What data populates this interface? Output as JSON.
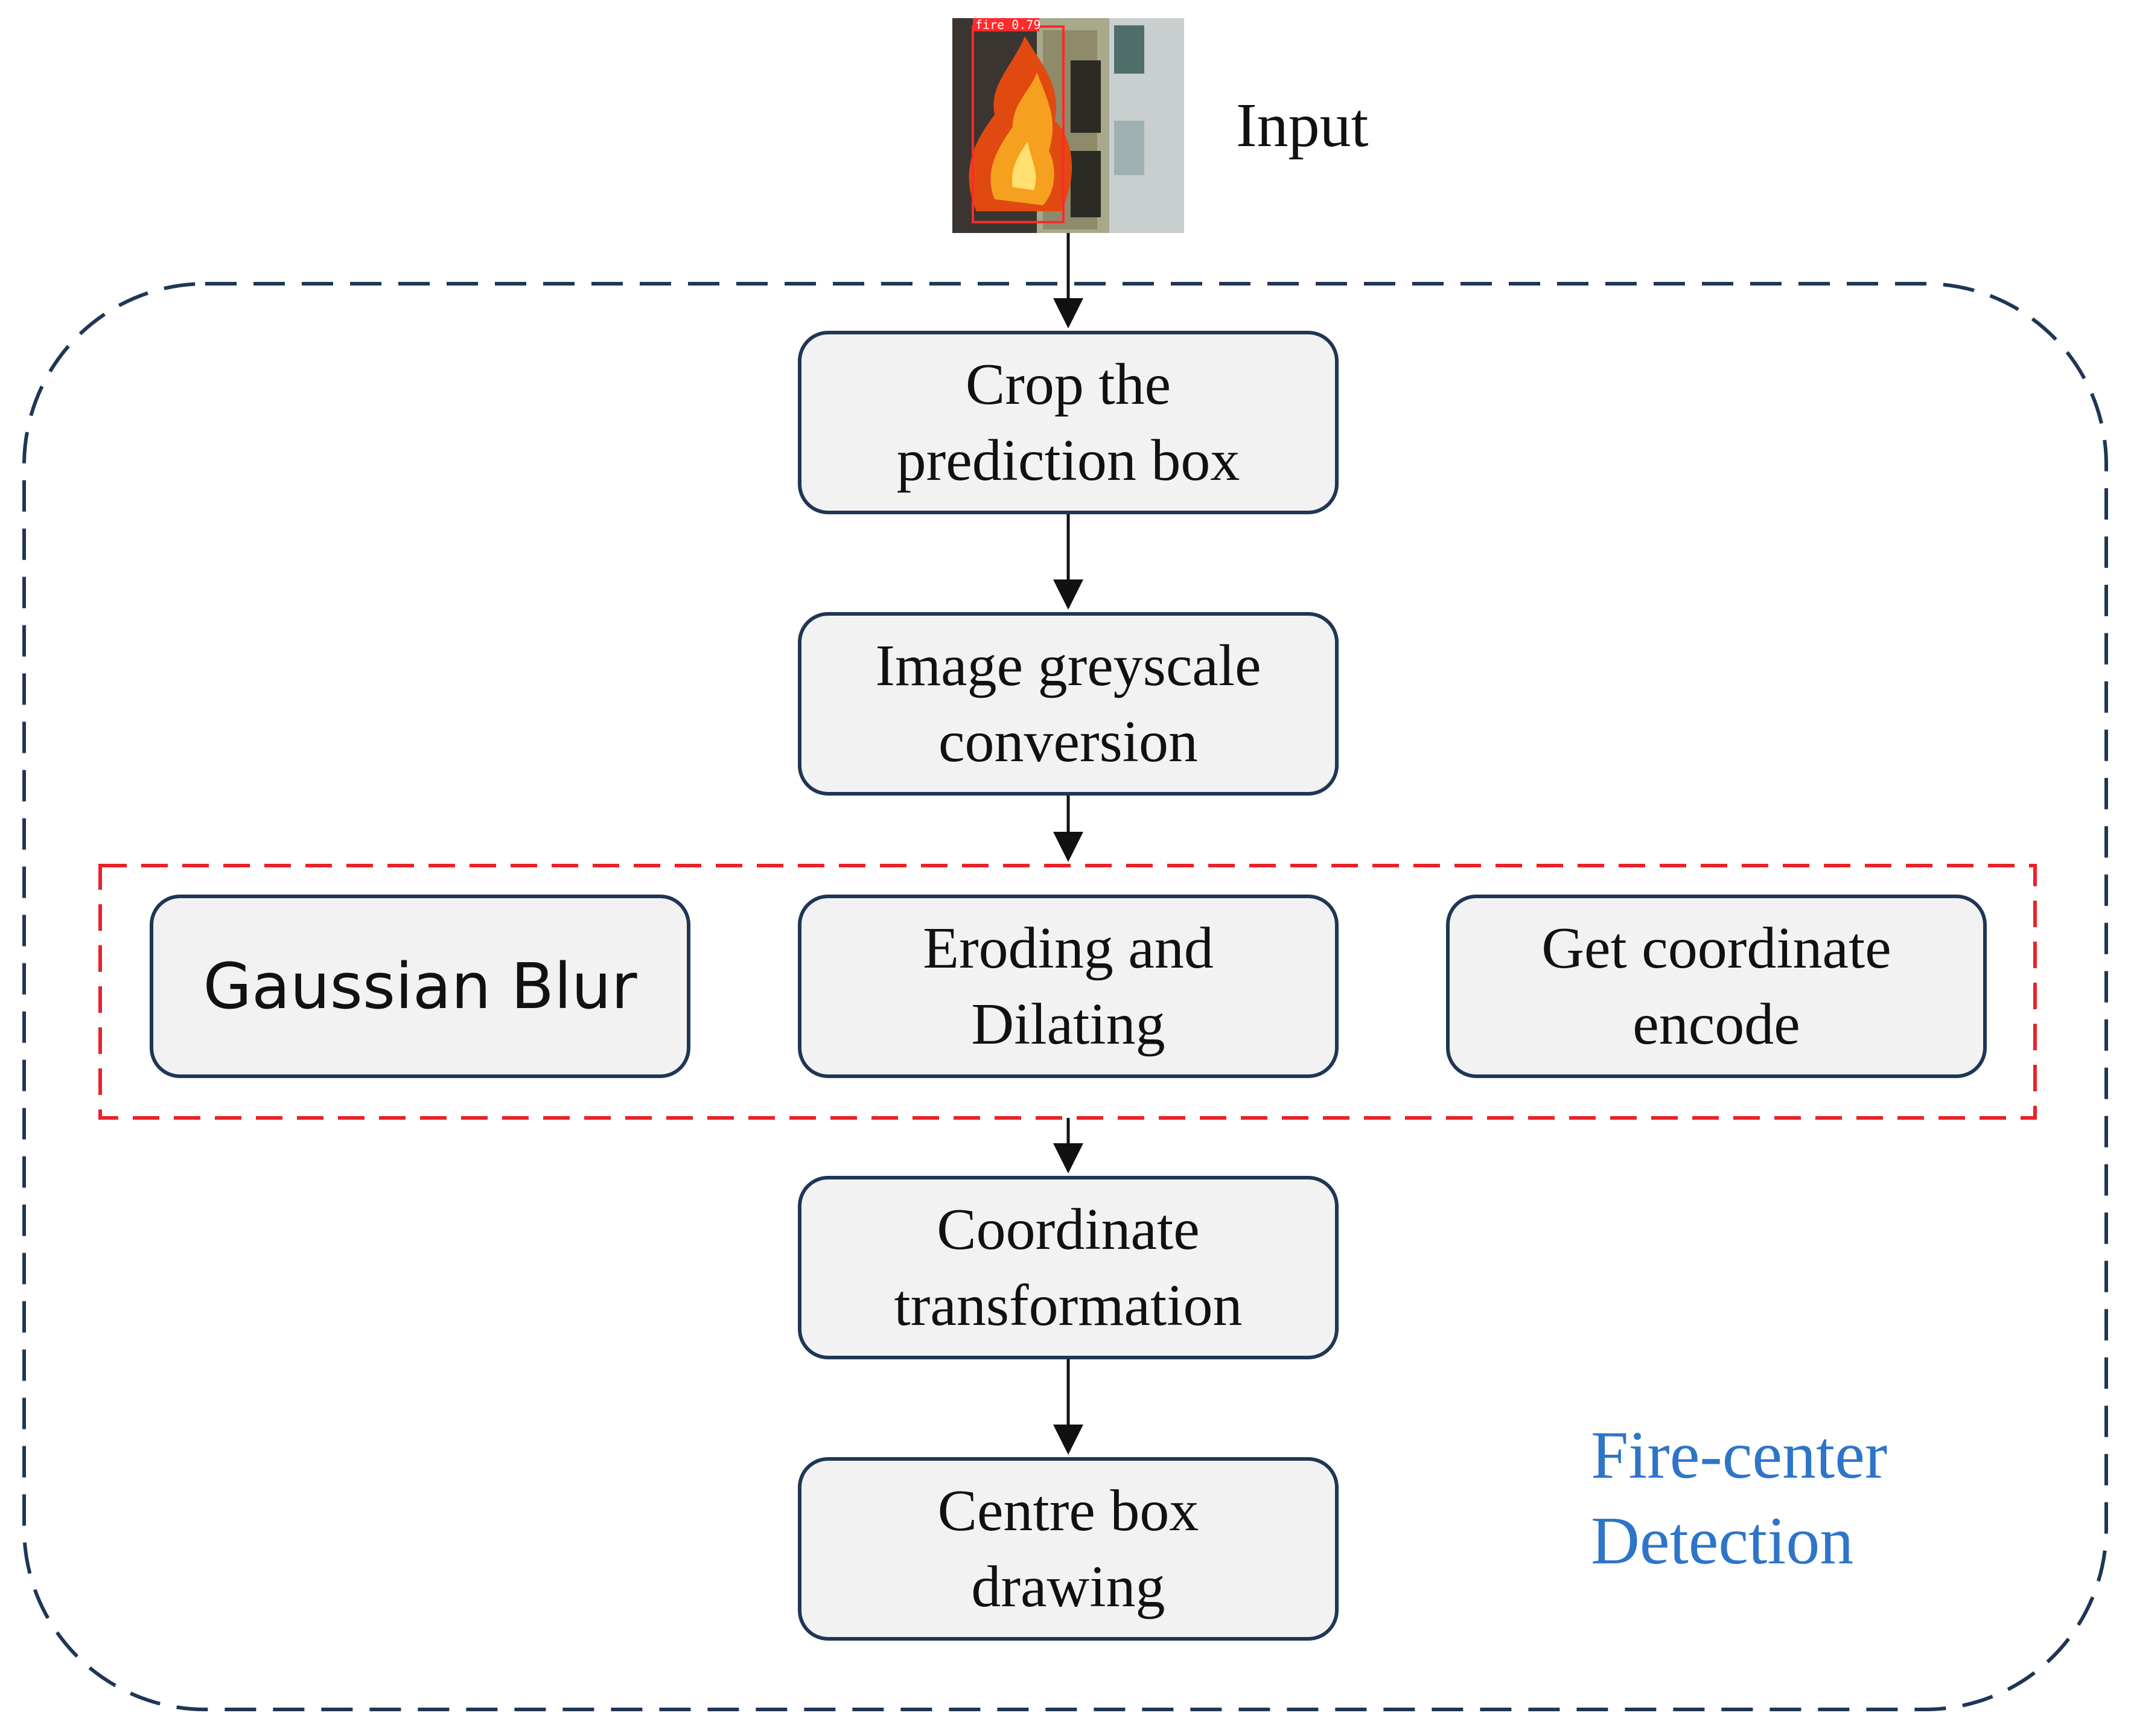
{
  "input": {
    "label": "Input",
    "image": {
      "description_icon": "fire-photo-thumbnail",
      "detection_tag": "fire 0.79"
    }
  },
  "group": {
    "label": "Fire-center\nDetection",
    "label_color": "#2e75c8",
    "border_color": "#1f3655"
  },
  "highlight_group": {
    "border_color": "#e8232a"
  },
  "steps": {
    "crop": "Crop the\nprediction box",
    "greyscale": "Image greyscale\nconversion",
    "gaussian": "Gaussian Blur",
    "eroding": "Eroding and\nDilating",
    "coordinate_encode": "Get  coordinate\nencode",
    "transform": "Coordinate\ntransformation",
    "centre_box": "Centre box\ndrawing"
  },
  "colors": {
    "node_fill": "#f2f2f2",
    "node_border": "#1f3655",
    "arrow": "#111111"
  }
}
